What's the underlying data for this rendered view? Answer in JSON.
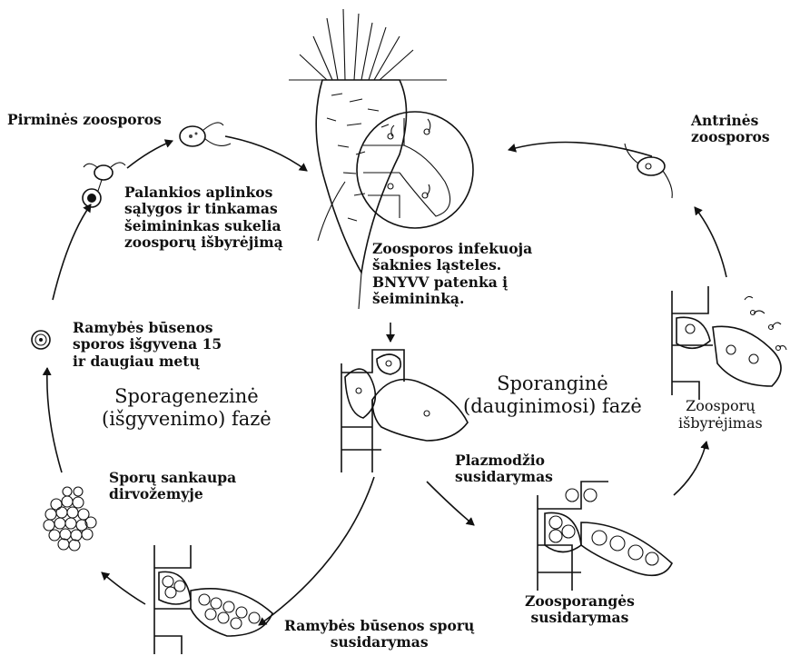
{
  "labels": {
    "primary_zoospores": "Pirminės zoosporos",
    "favorable_conditions": "Palankios aplinkos\nsąlygos ir tinkamas\nšeimininkas sukelia\nzoosporų išbyrėjimą",
    "secondary_zoospores": "Antrinės\nzoosporos",
    "infection": "Zoosporos infekuoja\nšaknies ląsteles.\nBNYVV patenka į\nšeimininką.",
    "resting_spores_survive": "Ramybės būsenos\nsporos išgyvena 15\nir daugiau metų",
    "sporogenic_phase": "Sporagenezinė\n(išgyvenimo) fazė",
    "sporangial_phase": "Sporanginė\n(dauginimosi) fazė",
    "zoospore_release": "Zoosporų\nišbyrėjimas",
    "spore_cluster": "Sporų sankaupa\ndirvožemyje",
    "plasmodium_formation": "Plazmodžio\nsusidarymas",
    "zoosporangia_formation": "Zoosporangės\nsusidarymas",
    "resting_spore_formation": "Ramybės būsenos sporų\nsusidarymas"
  }
}
